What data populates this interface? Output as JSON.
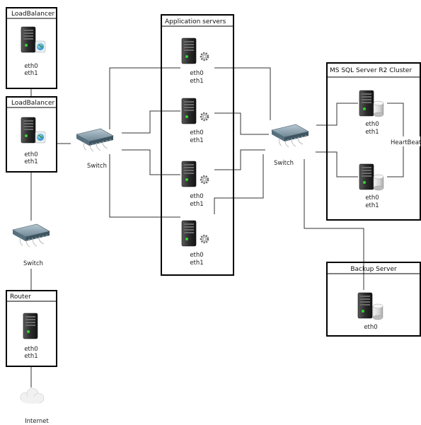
{
  "groups": {
    "lb1": {
      "title": "LoadBalancer",
      "if_a": "eth0",
      "if_b": "eth1"
    },
    "lb2": {
      "title": "LoadBalancer",
      "if_a": "eth0",
      "if_b": "eth1"
    },
    "router": {
      "title": "Router",
      "if_a": "eth0",
      "if_b": "eth1"
    },
    "app": {
      "title": "Application servers",
      "servers": [
        {
          "if_a": "eth0",
          "if_b": "eth1"
        },
        {
          "if_a": "eth0",
          "if_b": "eth1"
        },
        {
          "if_a": "eth0",
          "if_b": "eth1"
        },
        {
          "if_a": "eth0",
          "if_b": "eth1"
        }
      ]
    },
    "sql": {
      "title": "MS SQL Server R2 Cluster",
      "heartbeat": "HeartBeat",
      "servers": [
        {
          "if_a": "eth0",
          "if_b": "eth1"
        },
        {
          "if_a": "eth0",
          "if_b": "eth1"
        }
      ]
    },
    "backup": {
      "title": "Backup Server",
      "if_a": "eth0"
    }
  },
  "switches": {
    "left": "Switch",
    "middle": "Switch",
    "lower": "Switch"
  },
  "internet": "Internet"
}
